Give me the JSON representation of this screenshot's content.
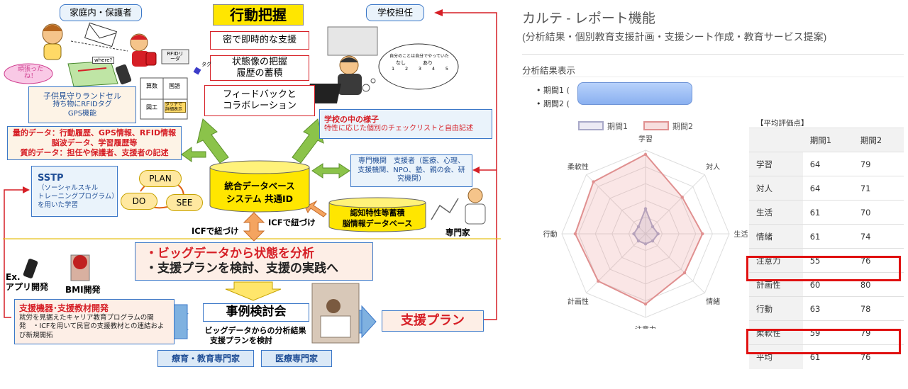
{
  "left": {
    "top_center": {
      "title": "行動把握",
      "item1": "密で即時的な支援",
      "item2_l1": "状態像の把握",
      "item2_l2": "履歴の蓄積",
      "item3_l1": "フィードバックと",
      "item3_l2": "コラボレーション"
    },
    "family": {
      "label": "家庭内・保護者",
      "speech": "頑張ったね！",
      "where": "where?",
      "rfid_reader": "RFIDリーダ",
      "tag": "タグ"
    },
    "teacher": {
      "label": "学校担任",
      "popup_title": "自分のことは自分でやっていた",
      "popup_none": "なし",
      "popup_some": "あり",
      "popup_scale": [
        "1",
        "2",
        "3",
        "4",
        "5"
      ]
    },
    "map_labels": {
      "math": "算数",
      "japanese": "国語",
      "library": "図工",
      "touch": "タッチで詳細表示"
    },
    "randoseru": {
      "title": "子供見守りランドセル",
      "l1": "持ち物にRFIDタグ",
      "l2": "GPS機能"
    },
    "school_inside": {
      "title": "学校の中の様子",
      "desc": "特性に応じた個別のチェックリストと自由記述"
    },
    "data_box": {
      "l1": "量的データ：行動履歴、GPS情報、RFID情報",
      "l2": "脳波データ、学習履歴等",
      "l3": "質的データ：担任や保護者、支援者の記述"
    },
    "sstp": {
      "title": "SSTP",
      "l1": "（ソーシャルスキル",
      "l2": "トレーニングプログラム）",
      "l3": "を用いた学習"
    },
    "pdsee": {
      "plan": "PLAN",
      "do": "DO",
      "see": "SEE"
    },
    "db": {
      "l1": "統合データベース",
      "l2": "システム 共通ID"
    },
    "experts": {
      "text": "専門機関　支援者（医療、心理、支援機関、NPO、塾、親の会、研究機関）"
    },
    "cog_db": {
      "l1": "認知特性等蓄積",
      "l2": "脳情報データベース"
    },
    "specialist": "専門家",
    "icf1": "ICFで紐づけ",
    "icf2": "ICFで紐づけ",
    "analysis": {
      "l1": "・ビッグデータから状態を分析",
      "l2": "・支援プランを検討、支援の実践へ"
    },
    "ex": {
      "l1": "Ex.",
      "l2": "アプリ開発",
      "bmi": "BMI開発"
    },
    "devices": {
      "title": "支援機器･支援教材開発",
      "desc": "就労を見据えたキャリア教育プログラムの開発　・ICFを用いて民官の支援教材との連結および新規開拓"
    },
    "case": {
      "title": "事例検討会",
      "l1": "ビッグデータからの分析結果",
      "l2": "支援プランを検討"
    },
    "plan": "支援プラン",
    "edu_expert": "療育・教育専門家",
    "med_expert": "医療専門家"
  },
  "right": {
    "title": "カルテ - レポート機能",
    "subtitle": "(分析結果・個別教育支援計画・支援シート作成・教育サービス提案)",
    "section": "分析結果表示",
    "periods": [
      "期間1 (",
      "期間2 ("
    ],
    "table_title": "【平均評価点】",
    "table": {
      "headers": [
        "期間1",
        "期間2"
      ],
      "rows": [
        {
          "label": "学習",
          "p1": "64",
          "p2": "79"
        },
        {
          "label": "対人",
          "p1": "64",
          "p2": "71"
        },
        {
          "label": "生活",
          "p1": "61",
          "p2": "70"
        },
        {
          "label": "情緒",
          "p1": "61",
          "p2": "74"
        },
        {
          "label": "注意力",
          "p1": "55",
          "p2": "76"
        },
        {
          "label": "計画性",
          "p1": "60",
          "p2": "80"
        },
        {
          "label": "行動",
          "p1": "63",
          "p2": "78"
        },
        {
          "label": "柔軟性",
          "p1": "59",
          "p2": "79"
        },
        {
          "label": "平均",
          "p1": "61",
          "p2": "76"
        }
      ]
    }
  },
  "chart_data": {
    "type": "radar",
    "categories": [
      "学習",
      "対人",
      "生活",
      "情緒",
      "注意力",
      "計画性",
      "行動",
      "柔軟性"
    ],
    "series": [
      {
        "name": "期間1",
        "values": [
          30,
          12,
          15,
          12,
          12,
          12,
          14,
          12
        ],
        "color": "#a8a8c8"
      },
      {
        "name": "期間2",
        "values": [
          95,
          62,
          68,
          66,
          84,
          80,
          84,
          88
        ],
        "color": "#e09090"
      }
    ],
    "rmax": 100,
    "rings": 5,
    "legend_position": "top"
  }
}
